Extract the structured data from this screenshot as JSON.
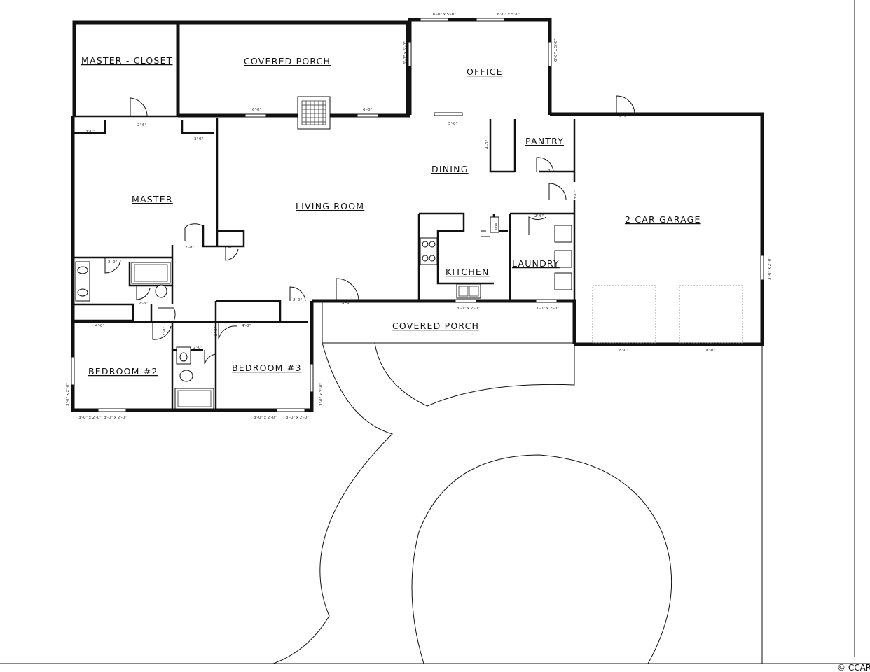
{
  "rooms": {
    "master_closet": "MASTER - CLOSET",
    "covered_porch_rear": "COVERED PORCH",
    "office": "OFFICE",
    "pantry": "PANTRY",
    "dining": "DINING",
    "master": "MASTER",
    "living_room": "LIVING ROOM",
    "garage": "2 CAR GARAGE",
    "kitchen": "KITCHEN",
    "laundry": "LAUNDRY",
    "covered_porch_front": "COVERED PORCH",
    "bedroom2": "BEDROOM #2",
    "bedroom3": "BEDROOM #3"
  },
  "dims": {
    "office_top_left": "6'-0\" x 5'-0\"",
    "office_top_right": "6'-0\" x 5'-0\"",
    "office_left": "6'-0\" x 5'-0\"",
    "office_right": "6'-0\" x 5'-0\"",
    "closet_door": "2'-6\"",
    "porch_door_left": "6'-0\"",
    "porch_door_right": "6'-0\"",
    "master_closet_a": "3'-0\"",
    "master_closet_b": "3'-0\"",
    "dining_window": "5'-0\"",
    "pantry_side": "4'-0\"",
    "pantry_door": "2'-",
    "garage_door_top": "3'-0\"",
    "garage_inner_door": "3'-0\"",
    "garage_right_window": "3'-0\" x 2'-0\"",
    "master_door": "2'-8\"",
    "living_closet": "2'-0\"",
    "bath_door": "2'-0\"",
    "laundry_door": "2'-6\"",
    "hall_a": "2'-6\"",
    "hall_closet": "4'-0\"",
    "bed3_closet": "4'-0\"",
    "bed2_door": "2'-8\"",
    "bed3_door": "2'-8\"",
    "bath2_door": "2'-0\"",
    "front_closet": "2'-0\"",
    "front_door": "3'-0\"",
    "kitchen_window": "3'-0\" x 2'-0\"",
    "laundry_window": "3'-0\" x 2'-0\"",
    "garage_door_left": "8'-0\"",
    "garage_door_right": "8'-0\"",
    "bed2_win_left": "3'-0\" x 2'-0\"",
    "bed2_win_bottom_a": "3'-0\" x 2'-0\"",
    "bed2_win_bottom_b": "3'-0\" x 2'-0\"",
    "bed3_win_right": "3'-0\" x 2'-0\"",
    "bed3_win_bottom_a": "3'-0\" x 2'-0\"",
    "bed3_win_bottom_b": "3'-0\" x 2'-0\"",
    "dw": "DW"
  },
  "watermark": "© CCAR"
}
